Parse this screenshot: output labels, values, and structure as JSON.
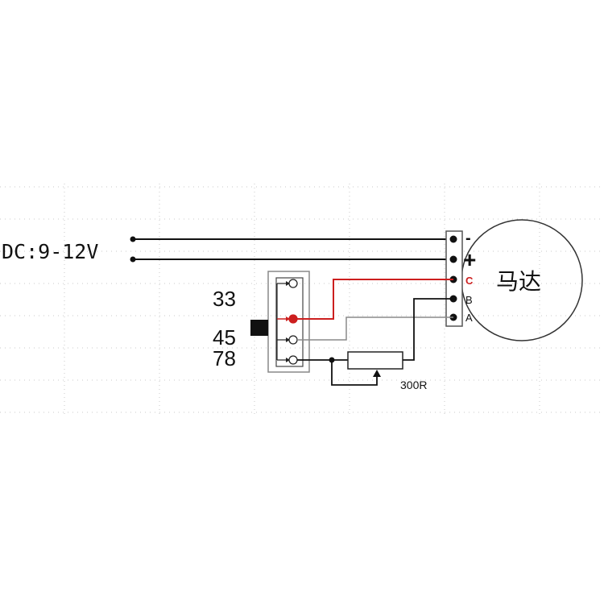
{
  "diagram": {
    "power_label": "DC:9-12V",
    "speed_labels": [
      "33",
      "45",
      "78"
    ],
    "motor_label": "马达",
    "terminal_labels": [
      "C",
      "B",
      "A"
    ],
    "plus_symbol": "+",
    "minus_symbol": "-",
    "resistor_label": "300R",
    "colors": {
      "wire": "#111111",
      "red_wire": "#cc1f1f",
      "gray_wire": "#8a8a8a",
      "grid": "#c8c8c8"
    }
  }
}
